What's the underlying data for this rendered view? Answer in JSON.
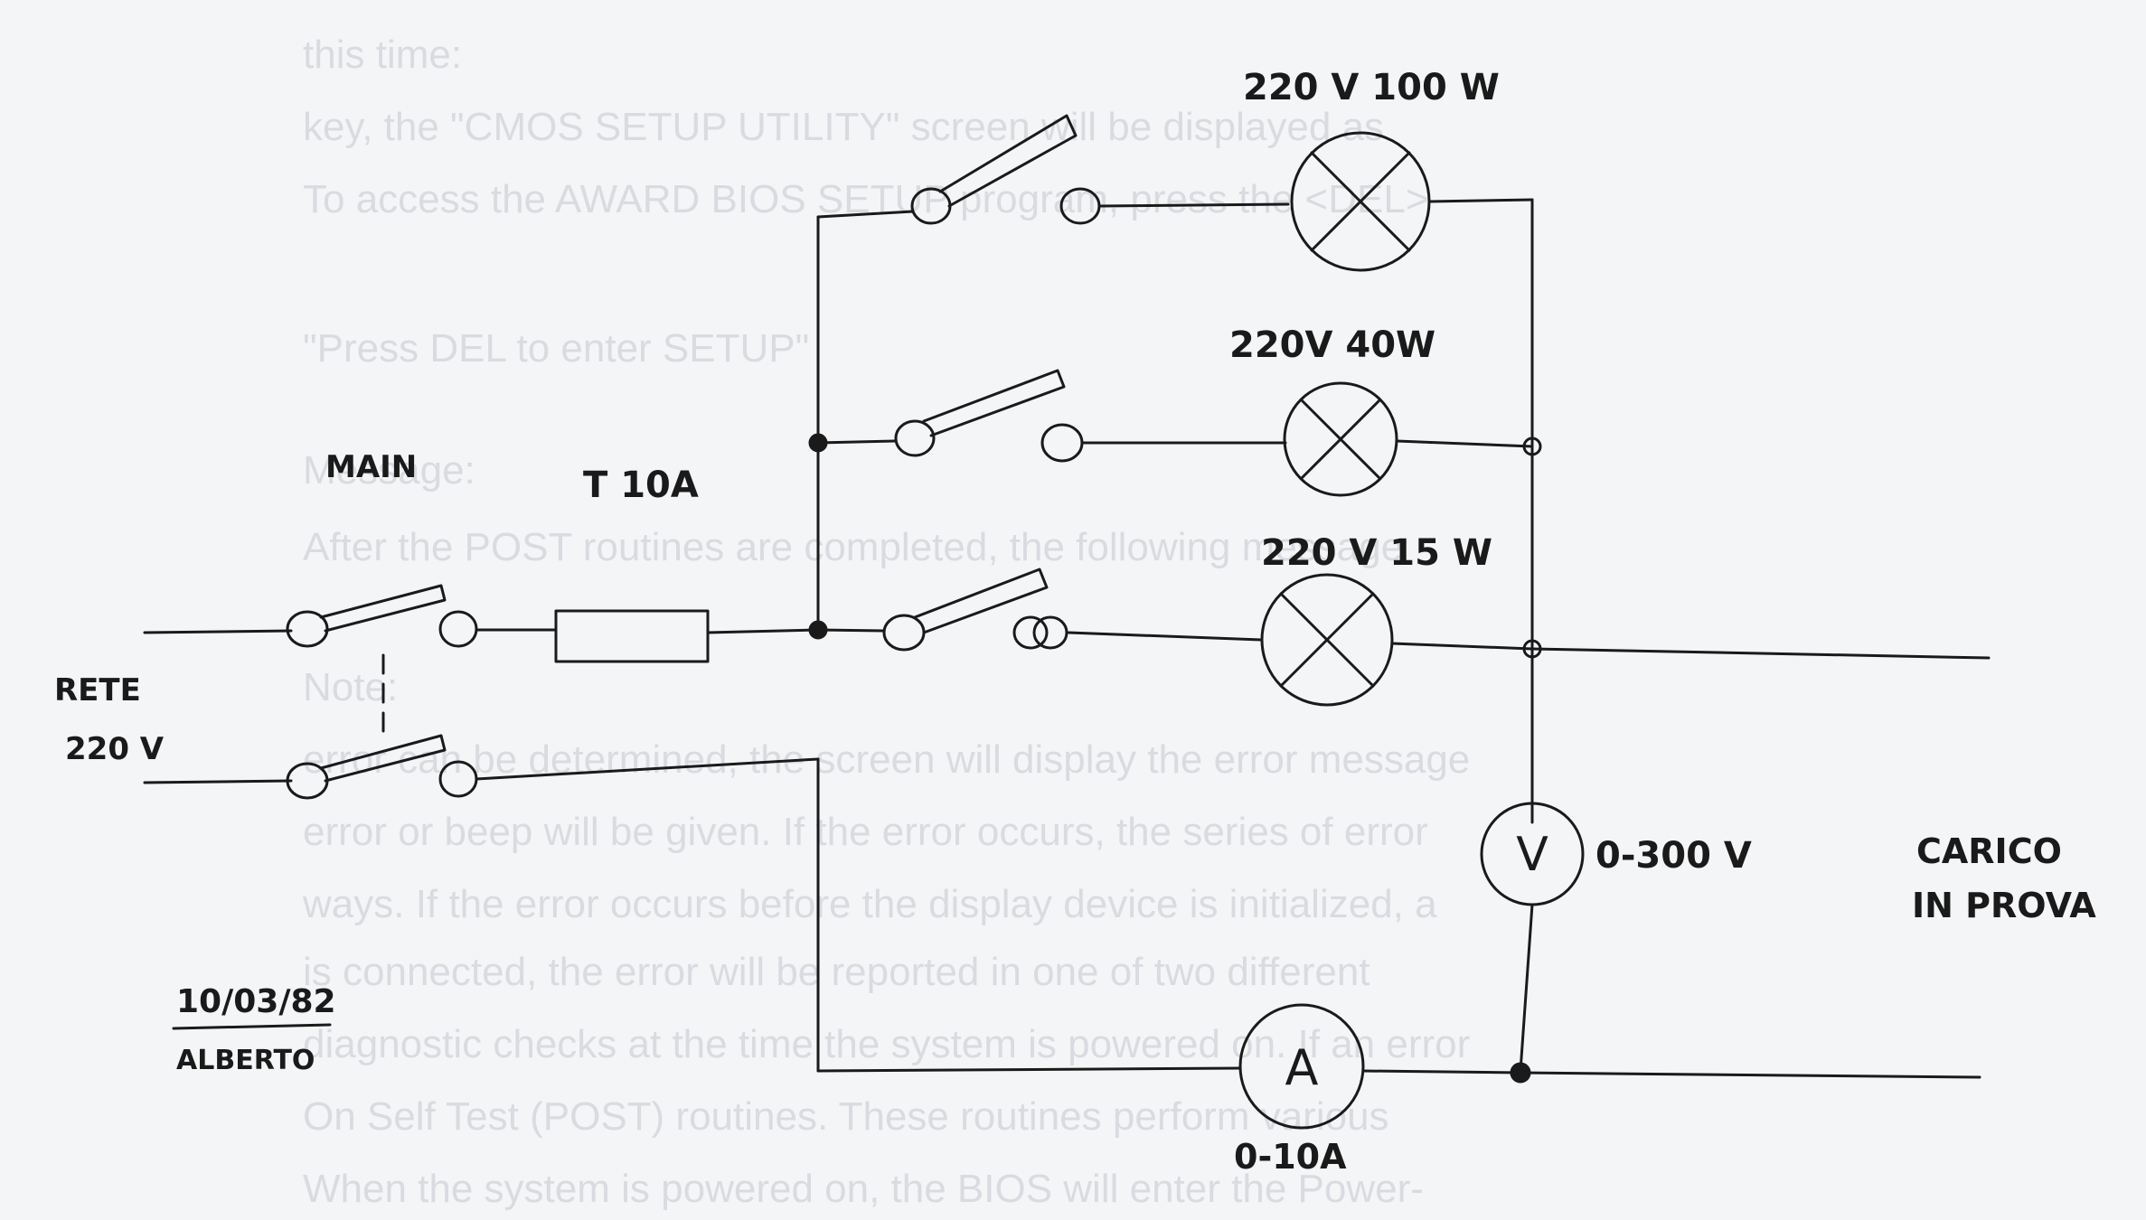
{
  "diagram": {
    "labels": {
      "main_switch": "MAIN",
      "fuse": "T 10A",
      "mains_line1": "RETE",
      "mains_line2": "220 V",
      "lamp1": "220 V 100 W",
      "lamp2": "220V 40W",
      "lamp3": "220 V 15 W",
      "voltmeter_symbol": "V",
      "voltmeter_range": "0-300 V",
      "ammeter_symbol": "A",
      "ammeter_range": "0-10A",
      "load_line1": "CARICO",
      "load_line2": "IN PROVA",
      "date": "10/03/82",
      "author": "ALBERTO"
    }
  },
  "colors": {
    "ink": "#1a1a1a",
    "paper": "#f4f5f7",
    "show_through": "#d9dbe0"
  },
  "background_show_through": [
    "this time:",
    "key, the \"CMOS SETUP UTILITY\" screen will be displayed as",
    "To access the AWARD BIOS SETUP program, press the <DEL>",
    "\"Press DEL to enter SETUP\"",
    "Message:",
    "After the POST routines are completed, the following message",
    "Note:",
    "error can be determined, the screen will display the error message",
    "error or beep will be given. If the error occurs, the series of error",
    "ways. If the error occurs before the display device is initialized, a",
    "is connected, the error will be reported in one of two different",
    "diagnostic checks at the time the system is powered on. If an error",
    "On Self Test (POST) routines. These routines perform various",
    "When the system is powered on, the BIOS will enter the Power-"
  ]
}
